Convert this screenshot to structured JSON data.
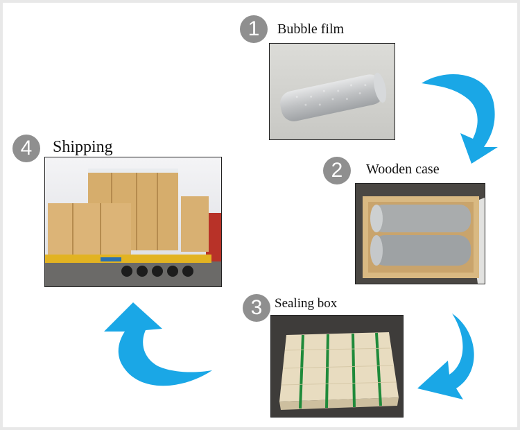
{
  "steps": [
    {
      "number": "1",
      "label": "Bubble film"
    },
    {
      "number": "2",
      "label": "Wooden case"
    },
    {
      "number": "3",
      "label": "Sealing box"
    },
    {
      "number": "4",
      "label": "Shipping"
    }
  ],
  "colors": {
    "arrow": "#1aa7e6",
    "badge": "#8f8f8f",
    "background": "#ffffff",
    "frame": "#e8e8e8"
  },
  "icons": [
    "curved-arrow-icon"
  ]
}
